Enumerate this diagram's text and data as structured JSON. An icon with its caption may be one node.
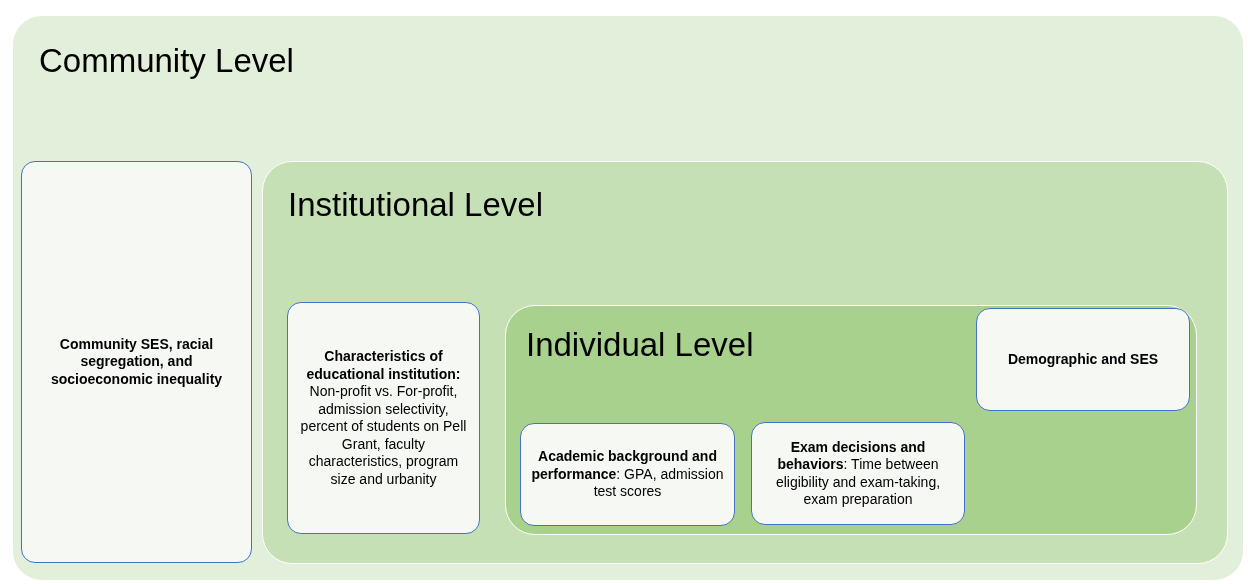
{
  "diagram": {
    "nodes": [
      {
        "text": [
          "Community Level"
        ]
      },
      {
        "text": [
          "Community SES, racial segregation, and socioeconomic inequality"
        ],
        "in": 0
      },
      {
        "text": [
          "Institutional Level"
        ],
        "in": 0
      },
      {
        "text": [
          "**Characteristics of educational institution:** Non-profit vs. For-profit, admission selectivity, percent of students on Pell Grant, faculty characteristics, program size and urbanity"
        ],
        "in": 2
      },
      {
        "text": [
          "Individual Level"
        ],
        "in": 2
      },
      {
        "text": [
          "Demographic and SES"
        ],
        "in": 4
      },
      {
        "text": [
          "**Academic background and performance**: GPA, admission test scores"
        ],
        "in": 4
      },
      {
        "text": [
          "**Exam decisions and behaviors**: Time between eligibility and exam-taking, exam preparation"
        ],
        "in": 4
      }
    ]
  }
}
